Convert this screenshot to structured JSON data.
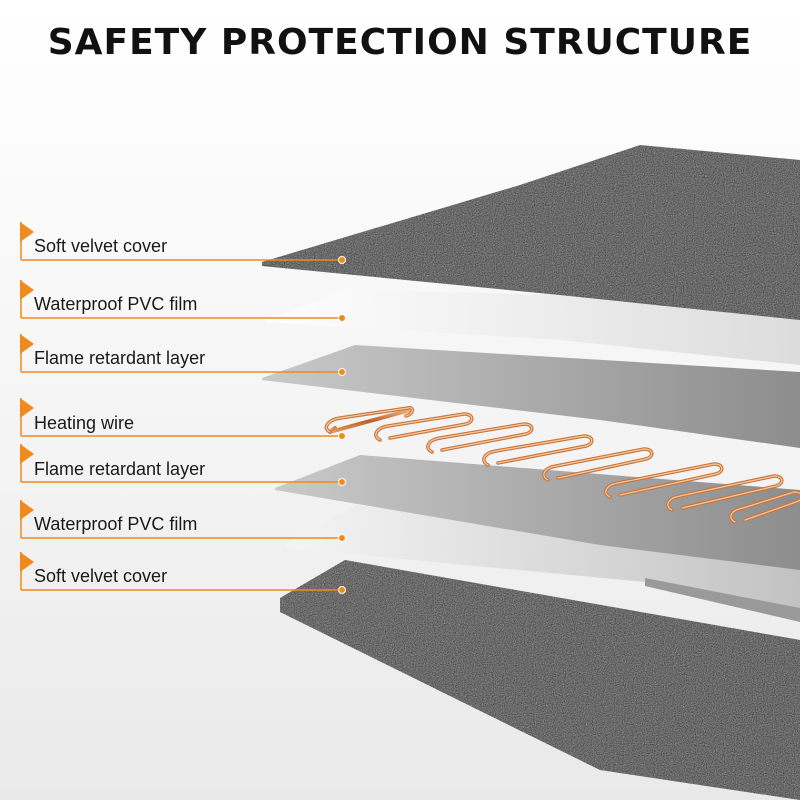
{
  "title": "SAFETY PROTECTION STRUCTURE",
  "accent_color": "#f08a1c",
  "layers": [
    {
      "label": "Soft velvet cover"
    },
    {
      "label": "Waterproof PVC film"
    },
    {
      "label": "Flame retardant layer"
    },
    {
      "label": "Heating wire"
    },
    {
      "label": "Flame retardant layer"
    },
    {
      "label": "Waterproof PVC film"
    },
    {
      "label": "Soft velvet cover"
    }
  ]
}
